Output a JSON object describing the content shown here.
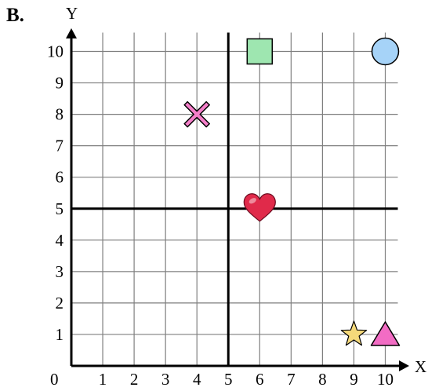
{
  "problem_label": "B.",
  "axis_x_label": "X",
  "axis_y_label": "Y",
  "origin_label": "0",
  "x_ticks": [
    "1",
    "2",
    "3",
    "4",
    "5",
    "6",
    "7",
    "8",
    "9",
    "10"
  ],
  "y_ticks": [
    "1",
    "2",
    "3",
    "4",
    "5",
    "6",
    "7",
    "8",
    "9",
    "10"
  ],
  "colors": {
    "grid": "#7f7f7f",
    "axis": "#000000",
    "square": "#9ee6b0",
    "circle": "#a6d3f8",
    "cross": "#f47fc9",
    "heart": "#e02a4a",
    "star": "#f5d97a",
    "triangle": "#f26cc4"
  },
  "chart_data": {
    "type": "scatter",
    "xlim": [
      0,
      10
    ],
    "ylim": [
      0,
      10
    ],
    "grid": true,
    "xlabel": "X",
    "ylabel": "Y",
    "guide_lines": {
      "x": 5,
      "y": 5
    },
    "points": [
      {
        "shape": "square-icon",
        "x": 6,
        "y": 10
      },
      {
        "shape": "circle-icon",
        "x": 10,
        "y": 10
      },
      {
        "shape": "cross-icon",
        "x": 4,
        "y": 8
      },
      {
        "shape": "heart-icon",
        "x": 6,
        "y": 5
      },
      {
        "shape": "star-icon",
        "x": 9,
        "y": 1
      },
      {
        "shape": "triangle-icon",
        "x": 10,
        "y": 1
      }
    ]
  }
}
